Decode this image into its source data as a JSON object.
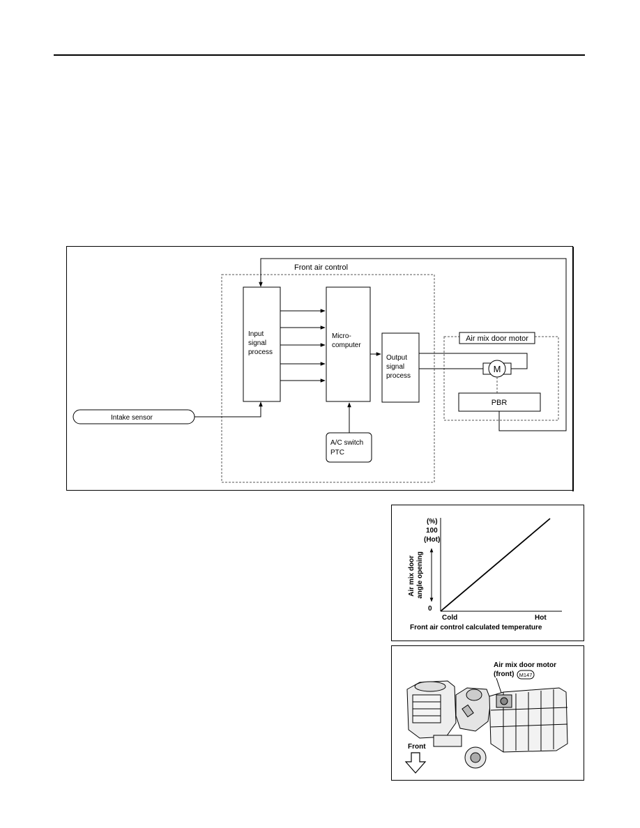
{
  "block_diagram": {
    "front_air_control": "Front air control",
    "input_signal_process": [
      "Input",
      "signal",
      "process"
    ],
    "microcomputer": [
      "Micro-",
      "computer"
    ],
    "output_signal_process": [
      "Output",
      "signal",
      "process"
    ],
    "air_mix_door_motor": "Air mix door motor",
    "motor_symbol": "M",
    "pbr": "PBR",
    "intake_sensor": "Intake sensor",
    "ac_switch_ptc": [
      "A/C switch",
      "PTC"
    ]
  },
  "characteristic_graph": {
    "chart_data": {
      "type": "line",
      "x_axis_label": "Front air control calculated temperature",
      "x_tick_labels": [
        "Cold",
        "Hot"
      ],
      "y_axis_label": [
        "Air mix door",
        "angle opening"
      ],
      "y_unit": "(%)",
      "y_ticks": [
        "0",
        "100"
      ],
      "y_top_annotation": "(Hot)",
      "ylim": [
        0,
        100
      ],
      "series": [
        {
          "x": [
            "Cold",
            "Hot"
          ],
          "y": [
            0,
            100
          ]
        }
      ]
    }
  },
  "component_location": {
    "callout": [
      "Air mix door motor",
      "(front)"
    ],
    "connector_id": "M147",
    "direction_label": "Front"
  }
}
